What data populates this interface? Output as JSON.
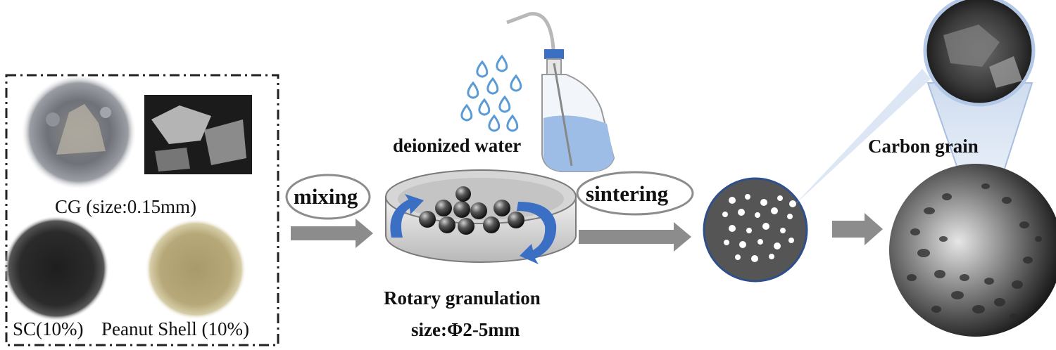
{
  "materials": {
    "cg_label": "CG (size:0.15mm)",
    "sc_label": "SC(10%)",
    "peanut_label": "Peanut Shell (10%)"
  },
  "steps": {
    "mixing": "mixing",
    "sintering": "sintering"
  },
  "granulation": {
    "title": "Rotary granulation",
    "size": "size:Φ2-5mm"
  },
  "water": {
    "label": "deionized water"
  },
  "product": {
    "label": "Carbon grain"
  },
  "colors": {
    "arrow_gray": "#8c8c8c",
    "rotation_blue": "#3a6fc4",
    "water_blue": "#5b9bd5",
    "sintered_dark": "#555555",
    "frame_outline": "#7a7a7a"
  }
}
